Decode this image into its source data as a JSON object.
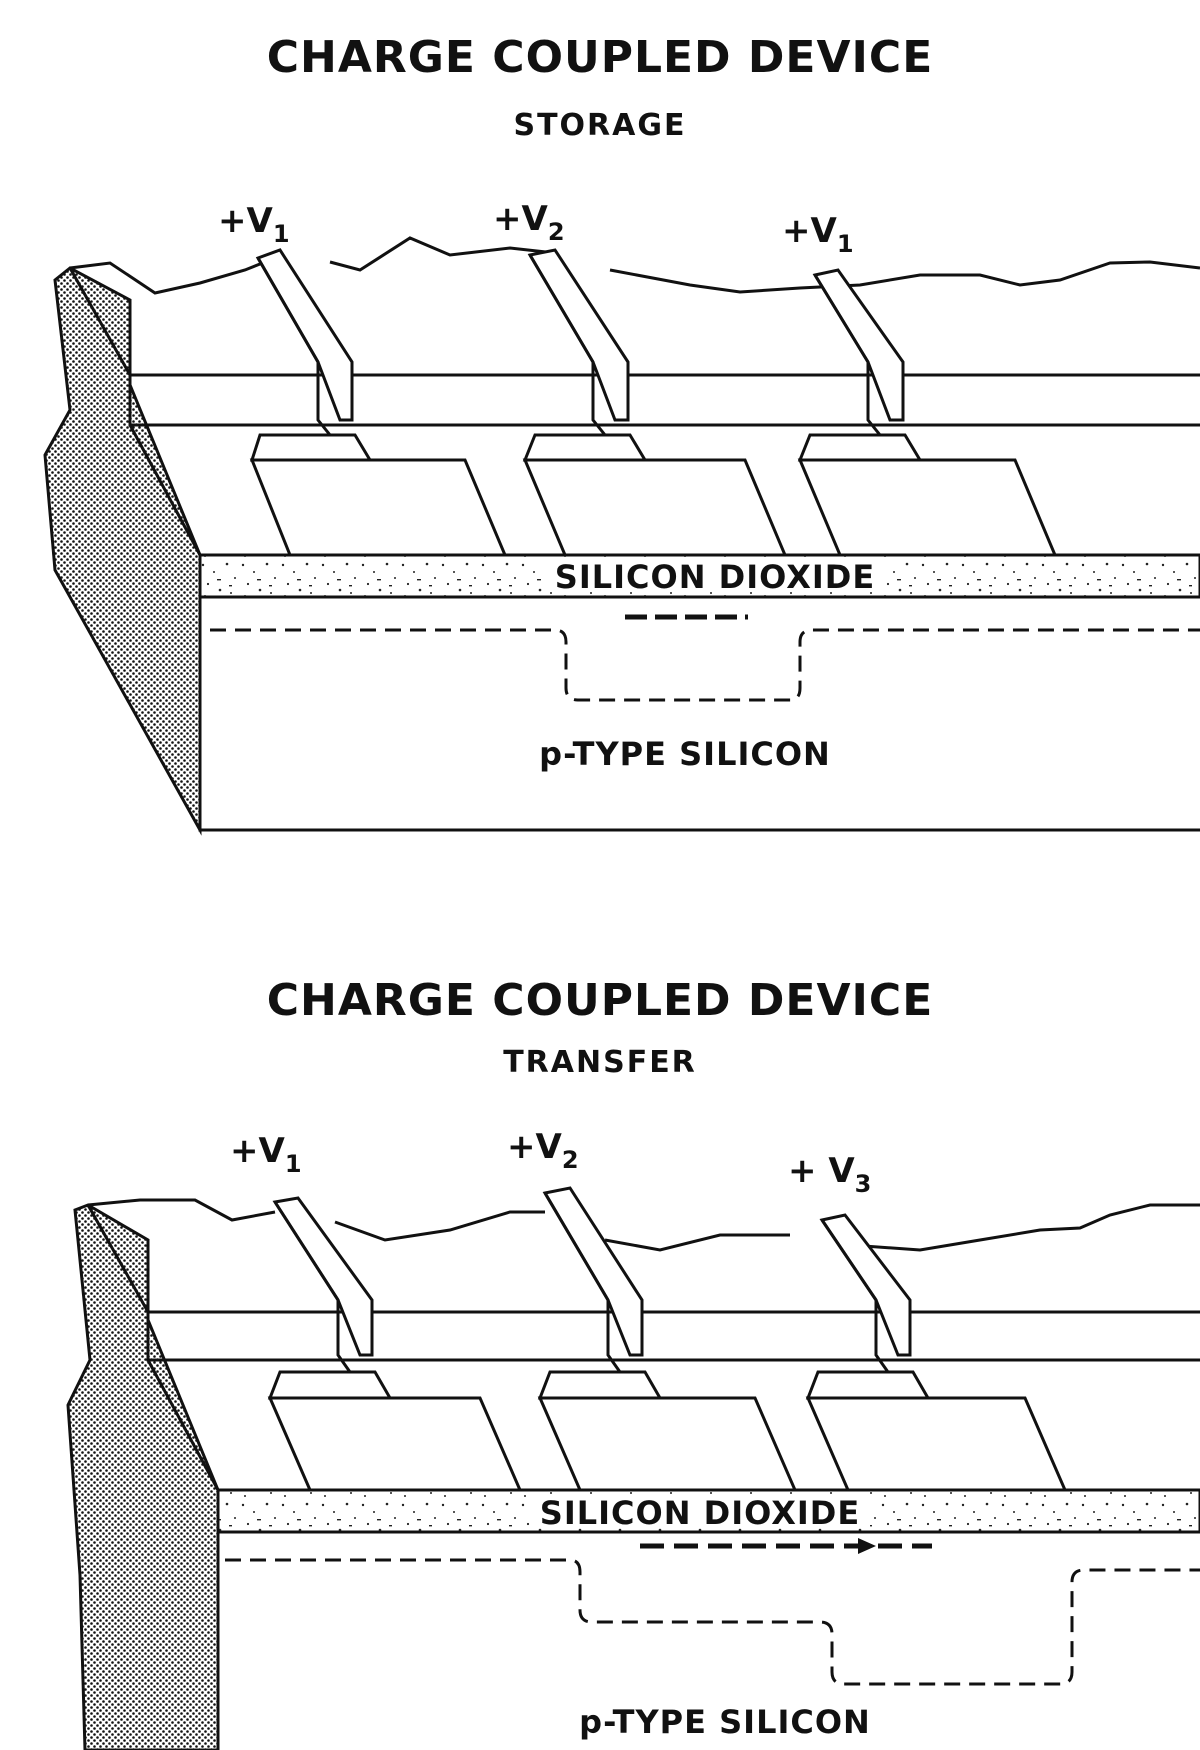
{
  "panels": [
    {
      "title": "CHARGE COUPLED DEVICE",
      "subtitle": "STORAGE",
      "voltages": [
        {
          "sign": "+V",
          "subscript": "1"
        },
        {
          "sign": "+V",
          "subscript": "2"
        },
        {
          "sign": "+V",
          "subscript": "1"
        }
      ],
      "oxide_label": "SILICON DIOXIDE",
      "substrate_label": "p-TYPE SILICON"
    },
    {
      "title": "CHARGE COUPLED DEVICE",
      "subtitle": "TRANSFER",
      "voltages": [
        {
          "sign": "+V",
          "subscript": "1"
        },
        {
          "sign": "+V",
          "subscript": "2"
        },
        {
          "sign": "+ V",
          "subscript": "3"
        }
      ],
      "oxide_label": "SILICON DIOXIDE",
      "substrate_label": "p-TYPE SILICON"
    }
  ]
}
